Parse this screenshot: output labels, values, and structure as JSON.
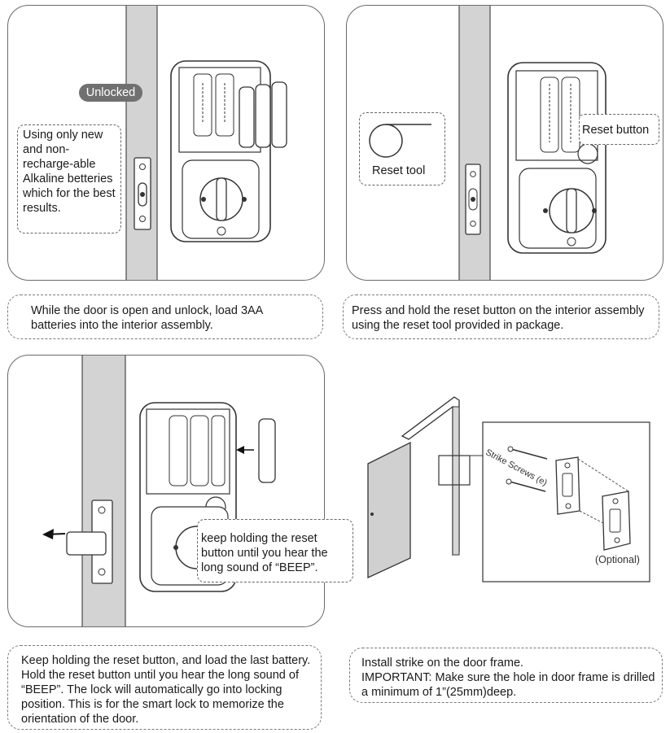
{
  "step1": {
    "badge": "Unlocked",
    "callout": "Using only new and non-recharge-able Alkaline betteries which for the best results.",
    "caption": "While the door is open and unlock, load 3AA batteries into the interior assembly."
  },
  "step2": {
    "tool_label": "Reset tool",
    "button_label": "Reset button",
    "caption": "Press and hold the reset button on the interior assembly using the reset tool provided in package."
  },
  "step3": {
    "callout": "keep holding the reset button until you hear the long sound of “BEEP”.",
    "caption": "Keep holding the reset button, and load the last battery. Hold the reset button until you hear the long sound of “BEEP”. The lock will automatically go into locking position. This is for the smart lock to memorize the orientation of the door."
  },
  "step4": {
    "screws_label": "Strike Screws (e)",
    "optional_label": "(Optional)",
    "caption_line1": "Install strike on the door frame.",
    "caption_line2": "IMPORTANT: Make sure the hole in door frame is drilled a minimum of 1”(25mm)deep."
  }
}
